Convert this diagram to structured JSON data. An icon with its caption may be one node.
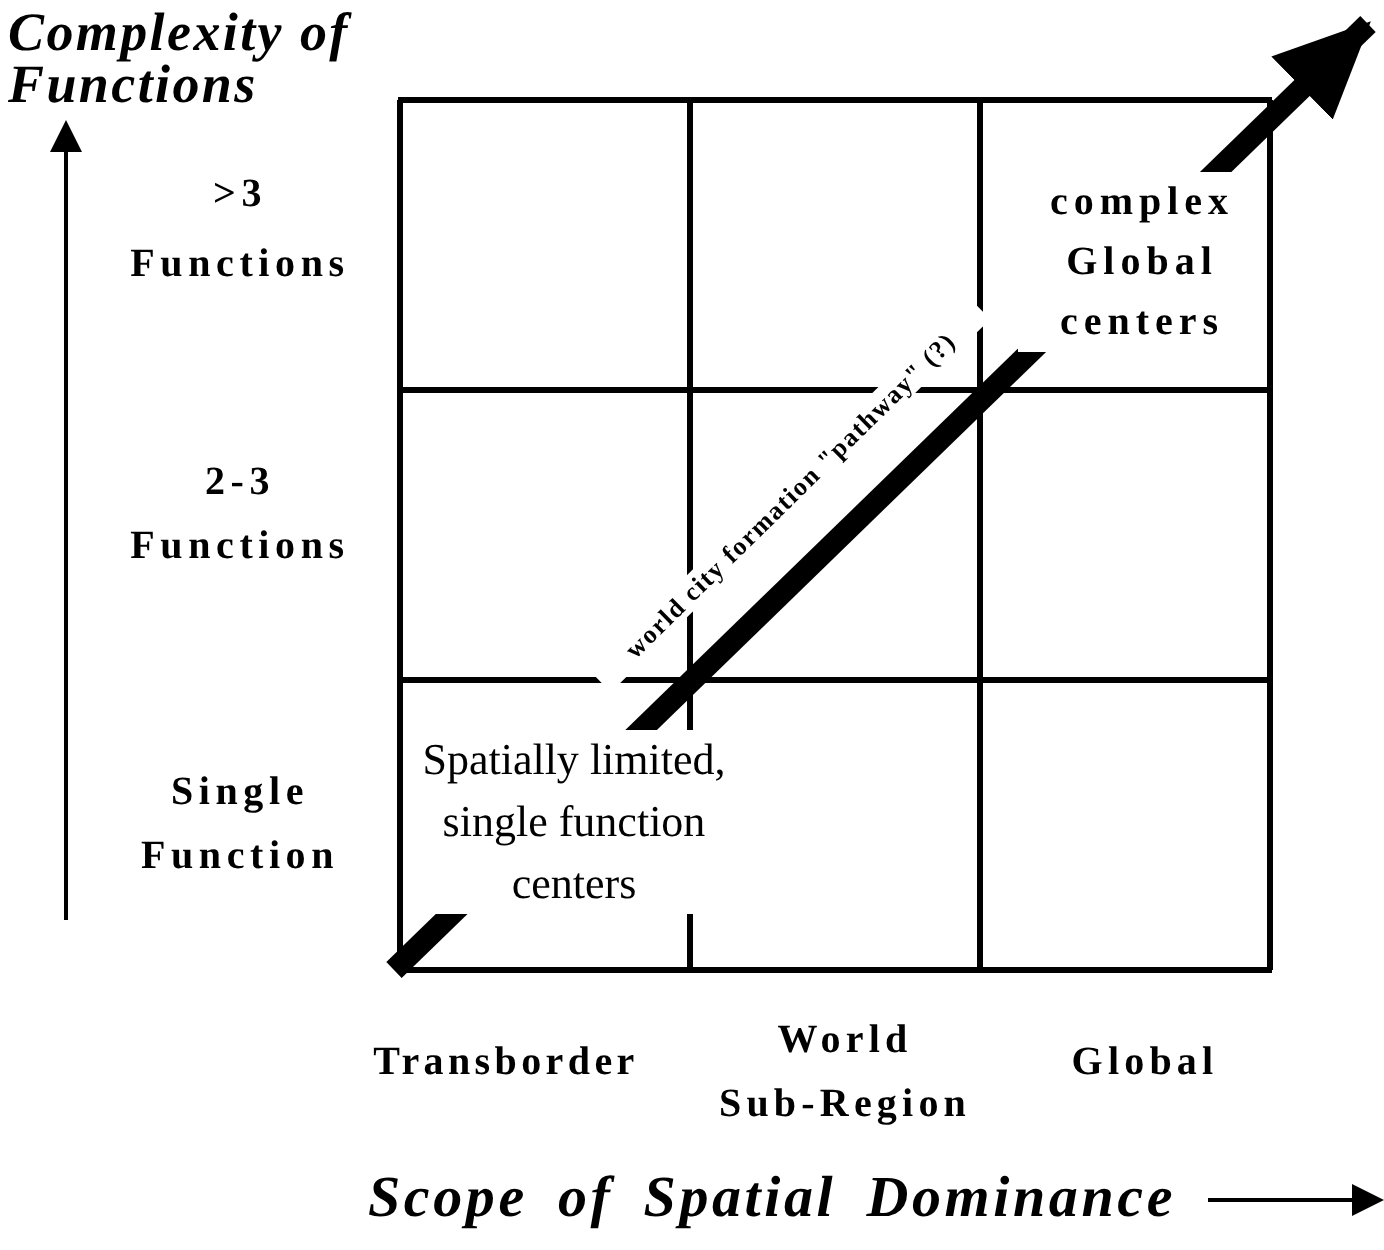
{
  "diagram": {
    "nodes": [
      {
        "text": [
          "Spatially limited, single function centers"
        ]
      },
      {
        "text": [
          "complex Global centers"
        ]
      }
    ],
    "edges": [
      {
        "from": 0,
        "to": 1,
        "arrow": "to",
        "label": "world city formation \"pathway\" (?)"
      }
    ],
    "labels": [
      "Complexity of Functions",
      ">3 Functions",
      "2-3 Functions",
      "Single Function",
      "Transborder",
      "World Sub-Region",
      "Global",
      "Scope of Spatial Dominance"
    ]
  }
}
